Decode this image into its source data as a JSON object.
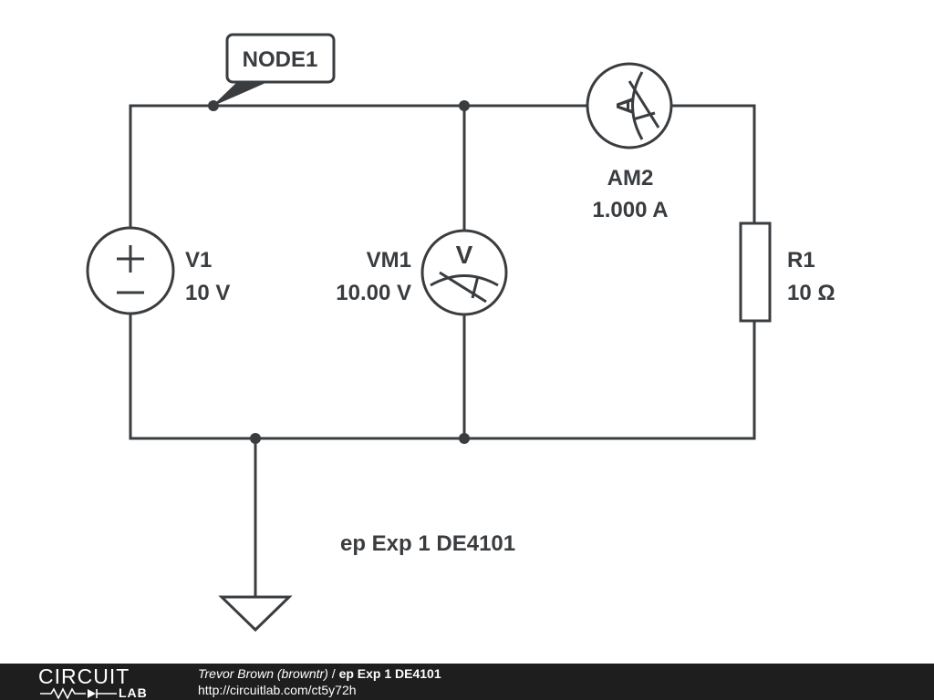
{
  "schematic": {
    "node_label": "NODE1",
    "title": "ep Exp 1 DE4101",
    "components": {
      "v1": {
        "name": "V1",
        "value": "10 V"
      },
      "vm1": {
        "name": "VM1",
        "value": "10.00 V",
        "glyph": "V"
      },
      "am2": {
        "name": "AM2",
        "value": "1.000 A",
        "glyph": "A"
      },
      "r1": {
        "name": "R1",
        "value": "10 Ω"
      }
    }
  },
  "footer": {
    "logo_top": "CIRCUIT",
    "logo_bottom": "LAB",
    "author": "Trevor Brown (browntr)",
    "separator": " / ",
    "title": "ep Exp 1 DE4101",
    "url": "http://circuitlab.com/ct5y72h"
  },
  "colors": {
    "wire": "#3a3d40",
    "footer_background": "#1e1e1e"
  }
}
